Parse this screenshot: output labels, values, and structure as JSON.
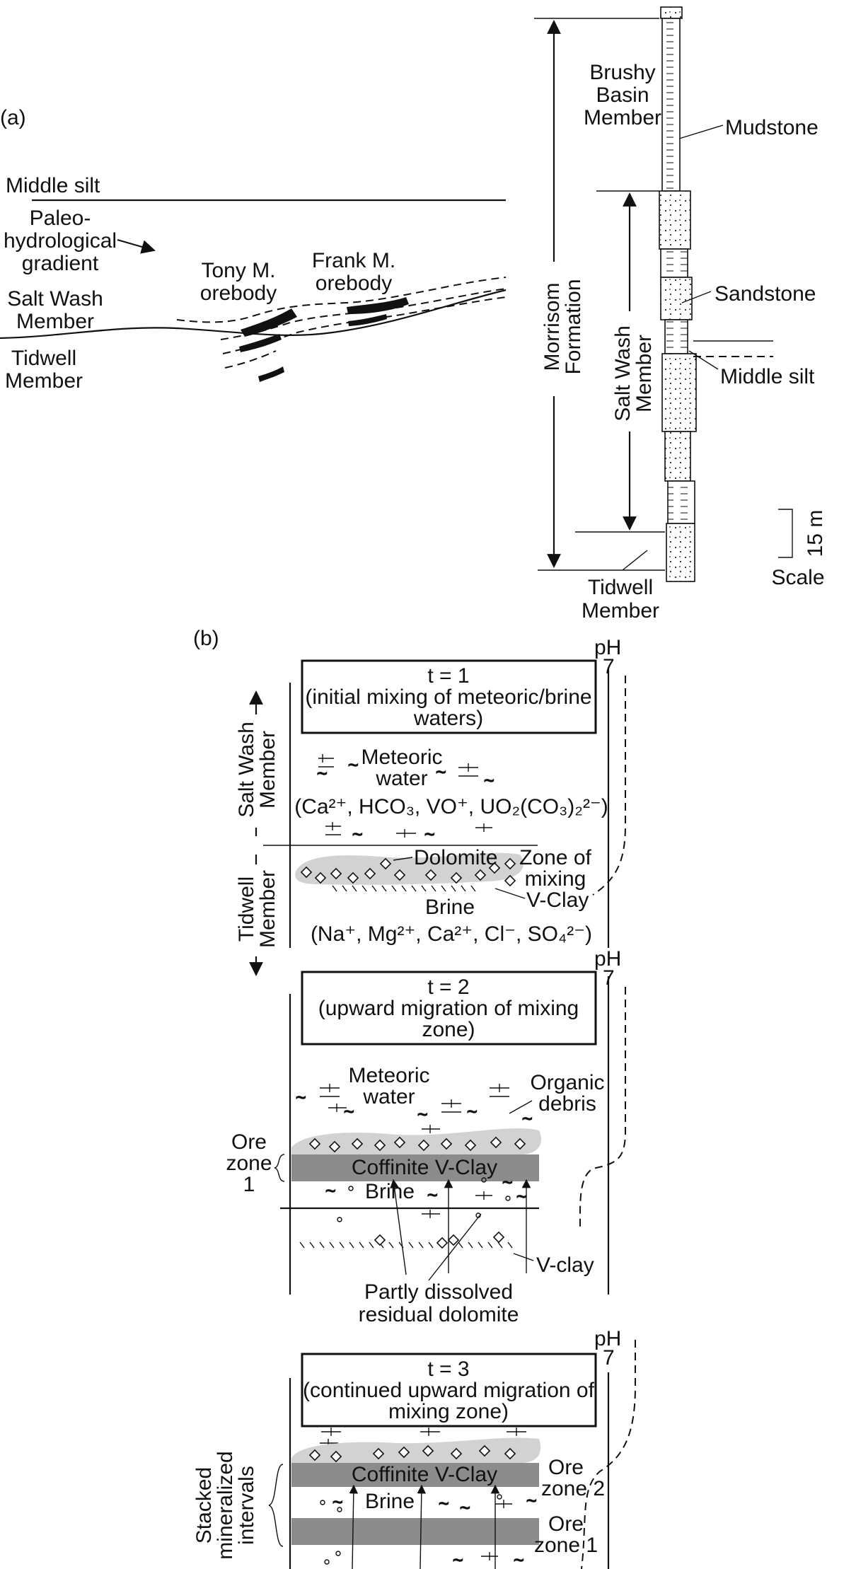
{
  "panel_a": {
    "label": "(a)",
    "middle_silt": "Middle silt",
    "gradient": [
      "Paleo-",
      "hydrological",
      "gradient"
    ],
    "salt_wash": [
      "Salt Wash",
      "Member"
    ],
    "tidwell": [
      "Tidwell",
      "Member"
    ],
    "tony": [
      "Tony M.",
      "orebody"
    ],
    "frank": [
      "Frank M.",
      "orebody"
    ],
    "brushy": [
      "Brushy",
      "Basin",
      "Member"
    ],
    "morrison": [
      "Morrisom",
      "Formation"
    ],
    "salt_wash_col": [
      "Salt Wash",
      "Member"
    ],
    "tidwell_col": [
      "Tidwell",
      "Member"
    ],
    "mudstone": "Mudstone",
    "sandstone": "Sandstone",
    "middle_silt_col": "Middle silt",
    "scale_value": "15 m",
    "scale_label": "Scale"
  },
  "panel_b": {
    "label": "(b)",
    "t1": {
      "title": [
        "t = 1",
        "(initial mixing of meteoric/brine",
        "waters)"
      ],
      "ph": "pH",
      "ph_val": "7",
      "meteoric": [
        "Meteoric",
        "water"
      ],
      "ions_top": "(Ca²⁺, HCO₃, VO⁺, UO₂(CO₃)₂²⁻)",
      "dolomite": "Dolomite",
      "mixing": [
        "Zone of",
        "mixing"
      ],
      "vclay": "V-Clay",
      "brine": "Brine",
      "ions_bottom": "(Na⁺, Mg²⁺, Ca²⁺, Cl⁻, SO₄²⁻)",
      "salt_wash": [
        "Salt Wash",
        "Member"
      ],
      "tidwell": [
        "Tidwell",
        "Member"
      ]
    },
    "t2": {
      "title": [
        "t = 2",
        "(upward migration of mixing",
        "zone)"
      ],
      "ph": "pH",
      "ph_val": "7",
      "meteoric": [
        "Meteoric",
        "water"
      ],
      "organic": [
        "Organic",
        "debris"
      ],
      "ore_zone": [
        "Ore",
        "zone",
        "1"
      ],
      "band_text": "Coffinite  V-Clay",
      "brine": "Brine",
      "vclay": "V-clay",
      "dissolved": [
        "Partly dissolved",
        "residual dolomite"
      ]
    },
    "t3": {
      "title": [
        "t = 3",
        "(continued upward migration of",
        "mixing zone)"
      ],
      "ph": "pH",
      "ph_val": "7",
      "band_text": "Coffinite  V-Clay",
      "brine": "Brine",
      "ore2": [
        "Ore",
        "zone 2"
      ],
      "ore1": [
        "Ore",
        "zone 1"
      ],
      "stacked": [
        "Stacked",
        "mineralized",
        "intervals"
      ]
    }
  }
}
